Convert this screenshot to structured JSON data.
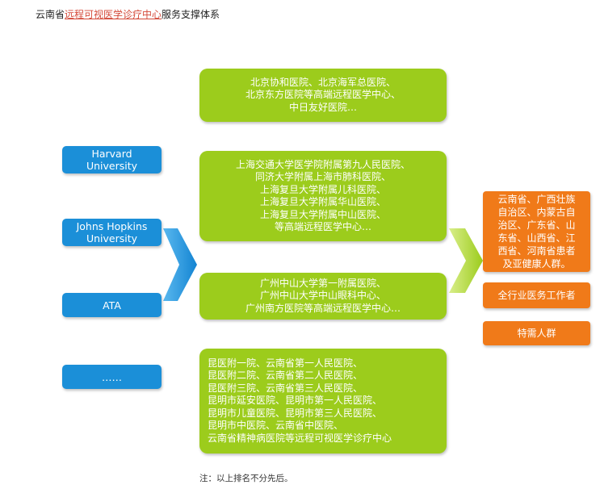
{
  "title": {
    "prefix": "云南省",
    "link": "远程可视医学诊疗中心",
    "suffix": "服务支撑体系"
  },
  "partners": [
    "Harvard\nUniversity",
    "Johns Hopkins\nUniversity",
    "ATA",
    "……"
  ],
  "hospital_groups": [
    "北京协和医院、北京海军总医院、\n北京东方医院等高端远程医学中心、\n中日友好医院…",
    "上海交通大学医学院附属第九人民医院、\n同济大学附属上海市肺科医院、\n上海复旦大学附属儿科医院、\n上海复旦大学附属华山医院、\n上海复旦大学附属中山医院、\n等高端远程医学中心…",
    "广州中山大学第一附属医院、\n广州中山大学中山眼科中心、\n广州南方医院等高端远程医学中心…",
    "昆医附一院、云南省第一人民医院、\n昆医附二院、云南省第二人民医院、\n昆医附三院、云南省第三人民医院、\n昆明市延安医院、昆明市第一人民医院、\n昆明市儿童医院、昆明市第三人民医院、\n昆明市中医院、云南省中医院、\n云南省精神病医院等远程可视医学诊疗中心"
  ],
  "beneficiaries": [
    "云南省、广西壮族\n自治区、内蒙古自\n治区、广东省、山\n东省、山西省、江\n西省、河南省患者\n及亚健康人群。",
    "全行业医务工作者",
    "特需人群"
  ],
  "note": "注：以上排名不分先后。",
  "colors": {
    "partner_blue": "#1b8fd8",
    "hospital_green": "#9ccc1c",
    "beneficiary_orange": "#f07a19"
  }
}
